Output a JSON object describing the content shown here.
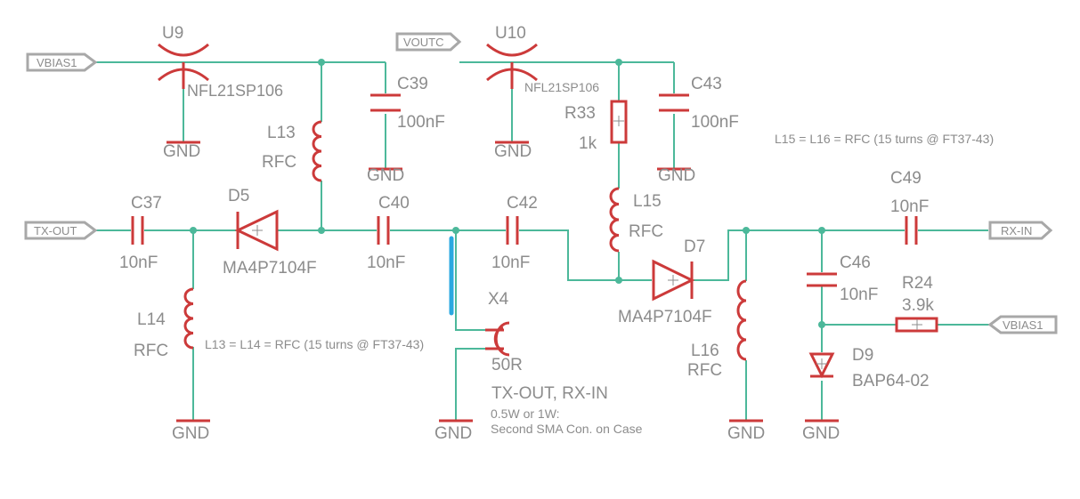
{
  "ports": {
    "vbias1_left": "VBIAS1",
    "voutc": "VOUTC",
    "tx_out": "TX-OUT",
    "rx_in": "RX-IN",
    "vbias1_right": "VBIAS1"
  },
  "parts": {
    "u9": {
      "ref": "U9",
      "value": "NFL21SP106"
    },
    "u10": {
      "ref": "U10",
      "value": "NFL21SP106"
    },
    "c39": {
      "ref": "C39",
      "value": "100nF"
    },
    "c43": {
      "ref": "C43",
      "value": "100nF"
    },
    "r33": {
      "ref": "R33",
      "value": "1k"
    },
    "l13": {
      "ref": "L13",
      "value": "RFC"
    },
    "l14": {
      "ref": "L14",
      "value": "RFC"
    },
    "l15": {
      "ref": "L15",
      "value": "RFC"
    },
    "l16": {
      "ref": "L16",
      "value": "RFC"
    },
    "c37": {
      "ref": "C37",
      "value": "10nF"
    },
    "c40": {
      "ref": "C40",
      "value": "10nF"
    },
    "c42": {
      "ref": "C42",
      "value": "10nF"
    },
    "c46": {
      "ref": "C46",
      "value": "10nF"
    },
    "c49": {
      "ref": "C49",
      "value": "10nF"
    },
    "d5": {
      "ref": "D5",
      "value": "MA4P7104F"
    },
    "d7": {
      "ref": "D7",
      "value": "MA4P7104F"
    },
    "d9": {
      "ref": "D9",
      "value": "BAP64-02"
    },
    "r24": {
      "ref": "R24",
      "value": "3.9k"
    },
    "x4": {
      "ref": "X4",
      "value": "50R",
      "desc": "TX-OUT, RX-IN"
    }
  },
  "gnd_label": "GND",
  "notes": {
    "l13_l14": "L13 = L14 = RFC (15 turns @ FT37-43)",
    "l15_l16": "L15 = L16 = RFC (15 turns @ FT37-43)",
    "sma_line1": "0.5W or 1W:",
    "sma_line2": "Second SMA Con. on Case"
  }
}
